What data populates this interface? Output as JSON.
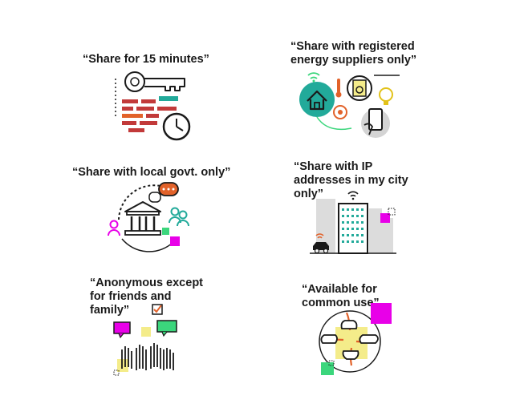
{
  "captions": {
    "share_15_minutes": "“Share for 15 minutes”",
    "share_energy_suppliers": "“Share with registered\nenergy suppliers only”",
    "share_local_govt": "“Share with local govt. only”",
    "share_ip_city": "“Share with IP\naddresses in my city\nonly”",
    "anonymous_friends": "“Anonymous except\nfor friends and\nfamily”",
    "common_use": "“Available for\ncommon use”"
  },
  "icons": {
    "panel1": "key-clock-icon",
    "panel2": "smart-home-devices-icon",
    "panel3": "government-building-icon",
    "panel4": "city-buildings-icon",
    "panel5": "raised-hands-icon",
    "panel6": "joined-hands-icon"
  },
  "colors": {
    "teal": "#22aa9a",
    "green": "#3bd67c",
    "magenta": "#e800e8",
    "orange": "#e2622a",
    "red": "#c23a3a",
    "yellow": "#f4ec8a",
    "gray": "#c8c8c8",
    "dark": "#1a1a1a"
  }
}
